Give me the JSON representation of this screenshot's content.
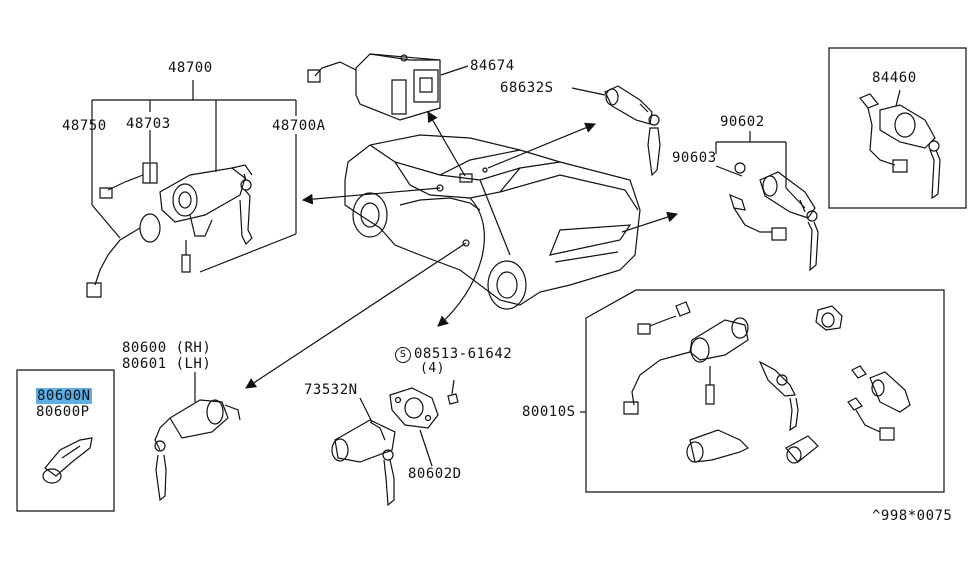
{
  "labels": {
    "p48700": "48700",
    "p48750": "48750",
    "p48703": "48703",
    "p48700A": "48700A",
    "p84674": "84674",
    "p68632S": "68632S",
    "p90602": "90602",
    "p90603": "90603",
    "p84460": "84460",
    "p80600": "80600 (RH)",
    "p80601": "80601 (LH)",
    "p80600N": "80600N",
    "p80600P": "80600P",
    "p73532N": "73532N",
    "p08513": "08513-61642",
    "p08513_qty": "(4)",
    "s_symbol": "S",
    "p80602D": "80602D",
    "p80010S": "80010S",
    "ref_code": "^998*0075"
  },
  "colors": {
    "line": "#111111",
    "highlight": "#5ab0e6",
    "background": "#ffffff"
  }
}
